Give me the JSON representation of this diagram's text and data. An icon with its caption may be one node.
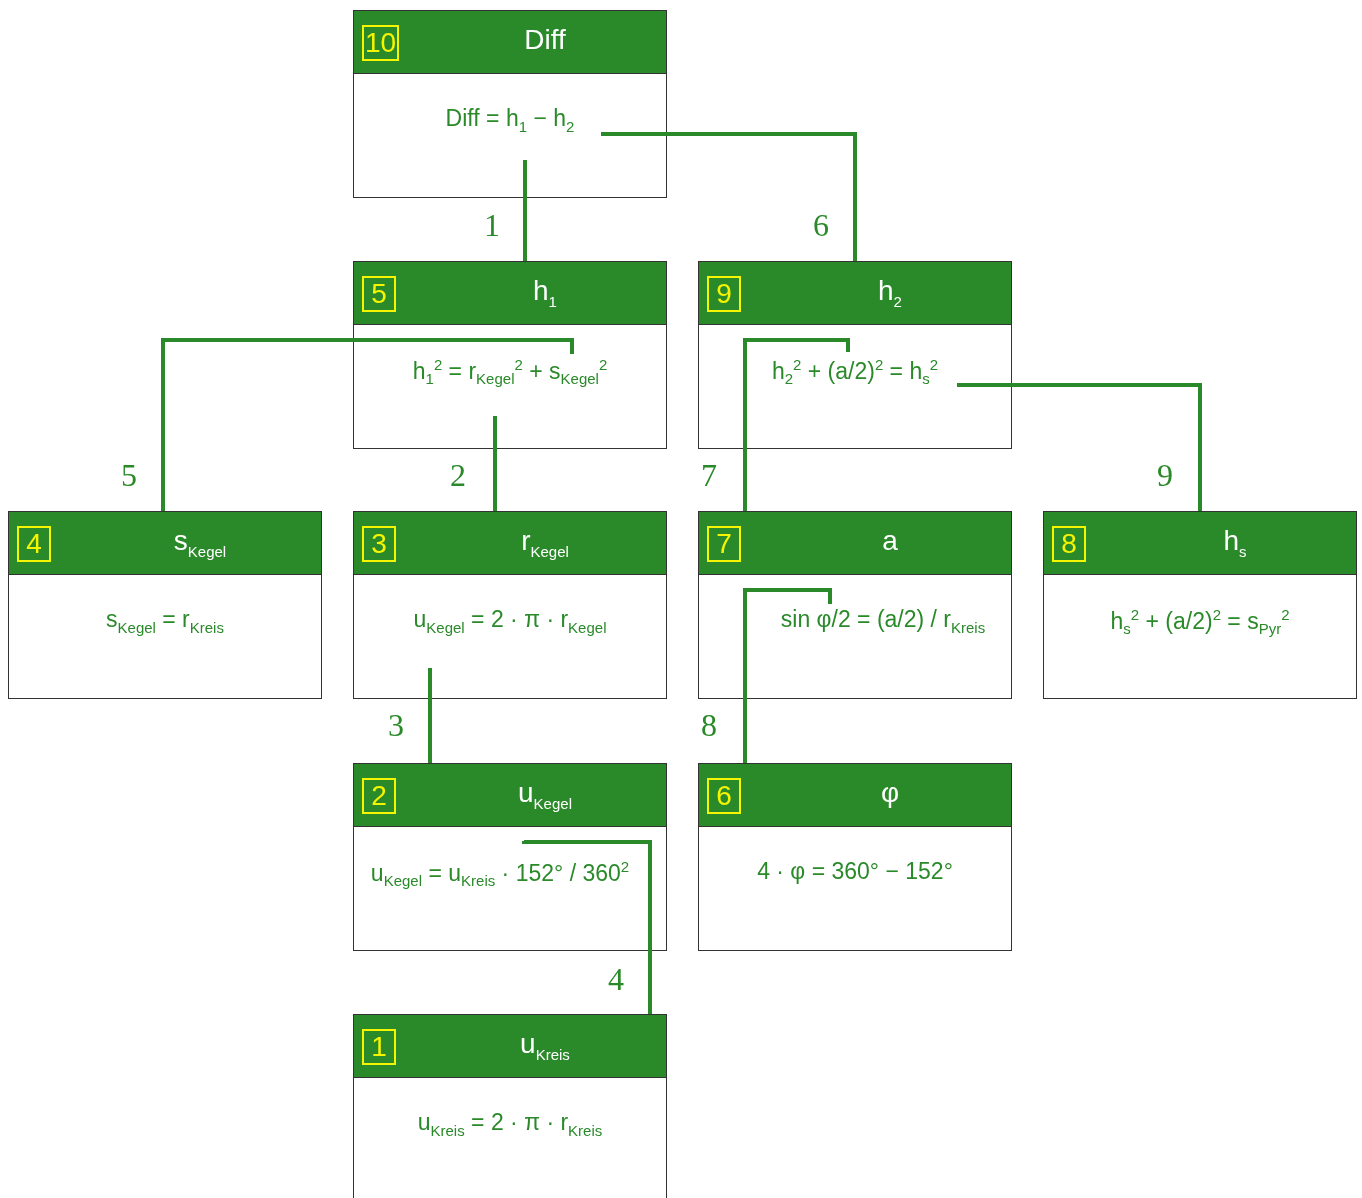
{
  "diagram": {
    "nodes": [
      {
        "text": [
          "10",
          "Diff",
          "Diff = h$_{1}$ − h$_{2}$"
        ]
      },
      {
        "text": [
          "5",
          "h$_{1}$",
          "h$_{1}$$^{2}$ = r$_{Kegel}$$^{2}$ + s$_{Kegel}$$^{2}$"
        ]
      },
      {
        "text": [
          "9",
          "h$_{2}$",
          "h$_{2}$$^{2}$ + (a/2)$^{2}$ = h$_{s}$$^{2}$"
        ]
      },
      {
        "text": [
          "4",
          "s$_{Kegel}$",
          "s$_{Kegel}$ = r$_{Kreis}$"
        ]
      },
      {
        "text": [
          "3",
          "r$_{Kegel}$",
          "u$_{Kegel}$ = 2 · π · r$_{Kegel}$"
        ]
      },
      {
        "text": [
          "7",
          "a",
          "sin φ/2 = (a/2) / r$_{Kreis}$"
        ]
      },
      {
        "text": [
          "8",
          "h$_{s}$",
          "h$_{s}$$^{2}$ + (a/2)$^{2}$ = s$_{Pyr}$$^{2}$"
        ]
      },
      {
        "text": [
          "2",
          "u$_{Kegel}$",
          "u$_{Kegel}$ = u$_{Kreis}$ · 152° / 360$^{2}$"
        ]
      },
      {
        "text": [
          "6",
          "φ",
          "4 · φ = 360° − 152°"
        ]
      },
      {
        "text": [
          "1",
          "u$_{Kreis}$",
          "u$_{Kreis}$ = 2 · π · r$_{Kreis}$"
        ]
      }
    ],
    "edges": [
      {
        "from": 0,
        "to": 1,
        "arrow": "none",
        "label": "1"
      },
      {
        "from": 1,
        "to": 4,
        "arrow": "none",
        "label": "2"
      },
      {
        "from": 4,
        "to": 7,
        "arrow": "none",
        "label": "3"
      },
      {
        "from": 7,
        "to": 9,
        "arrow": "none",
        "label": "4"
      },
      {
        "from": 1,
        "to": 3,
        "arrow": "none",
        "label": "5"
      },
      {
        "from": 0,
        "to": 2,
        "arrow": "none",
        "label": "6"
      },
      {
        "from": 2,
        "to": 5,
        "arrow": "none",
        "label": "7"
      },
      {
        "from": 5,
        "to": 8,
        "arrow": "none",
        "label": "8"
      },
      {
        "from": 2,
        "to": 6,
        "arrow": "none",
        "label": "9"
      }
    ]
  }
}
